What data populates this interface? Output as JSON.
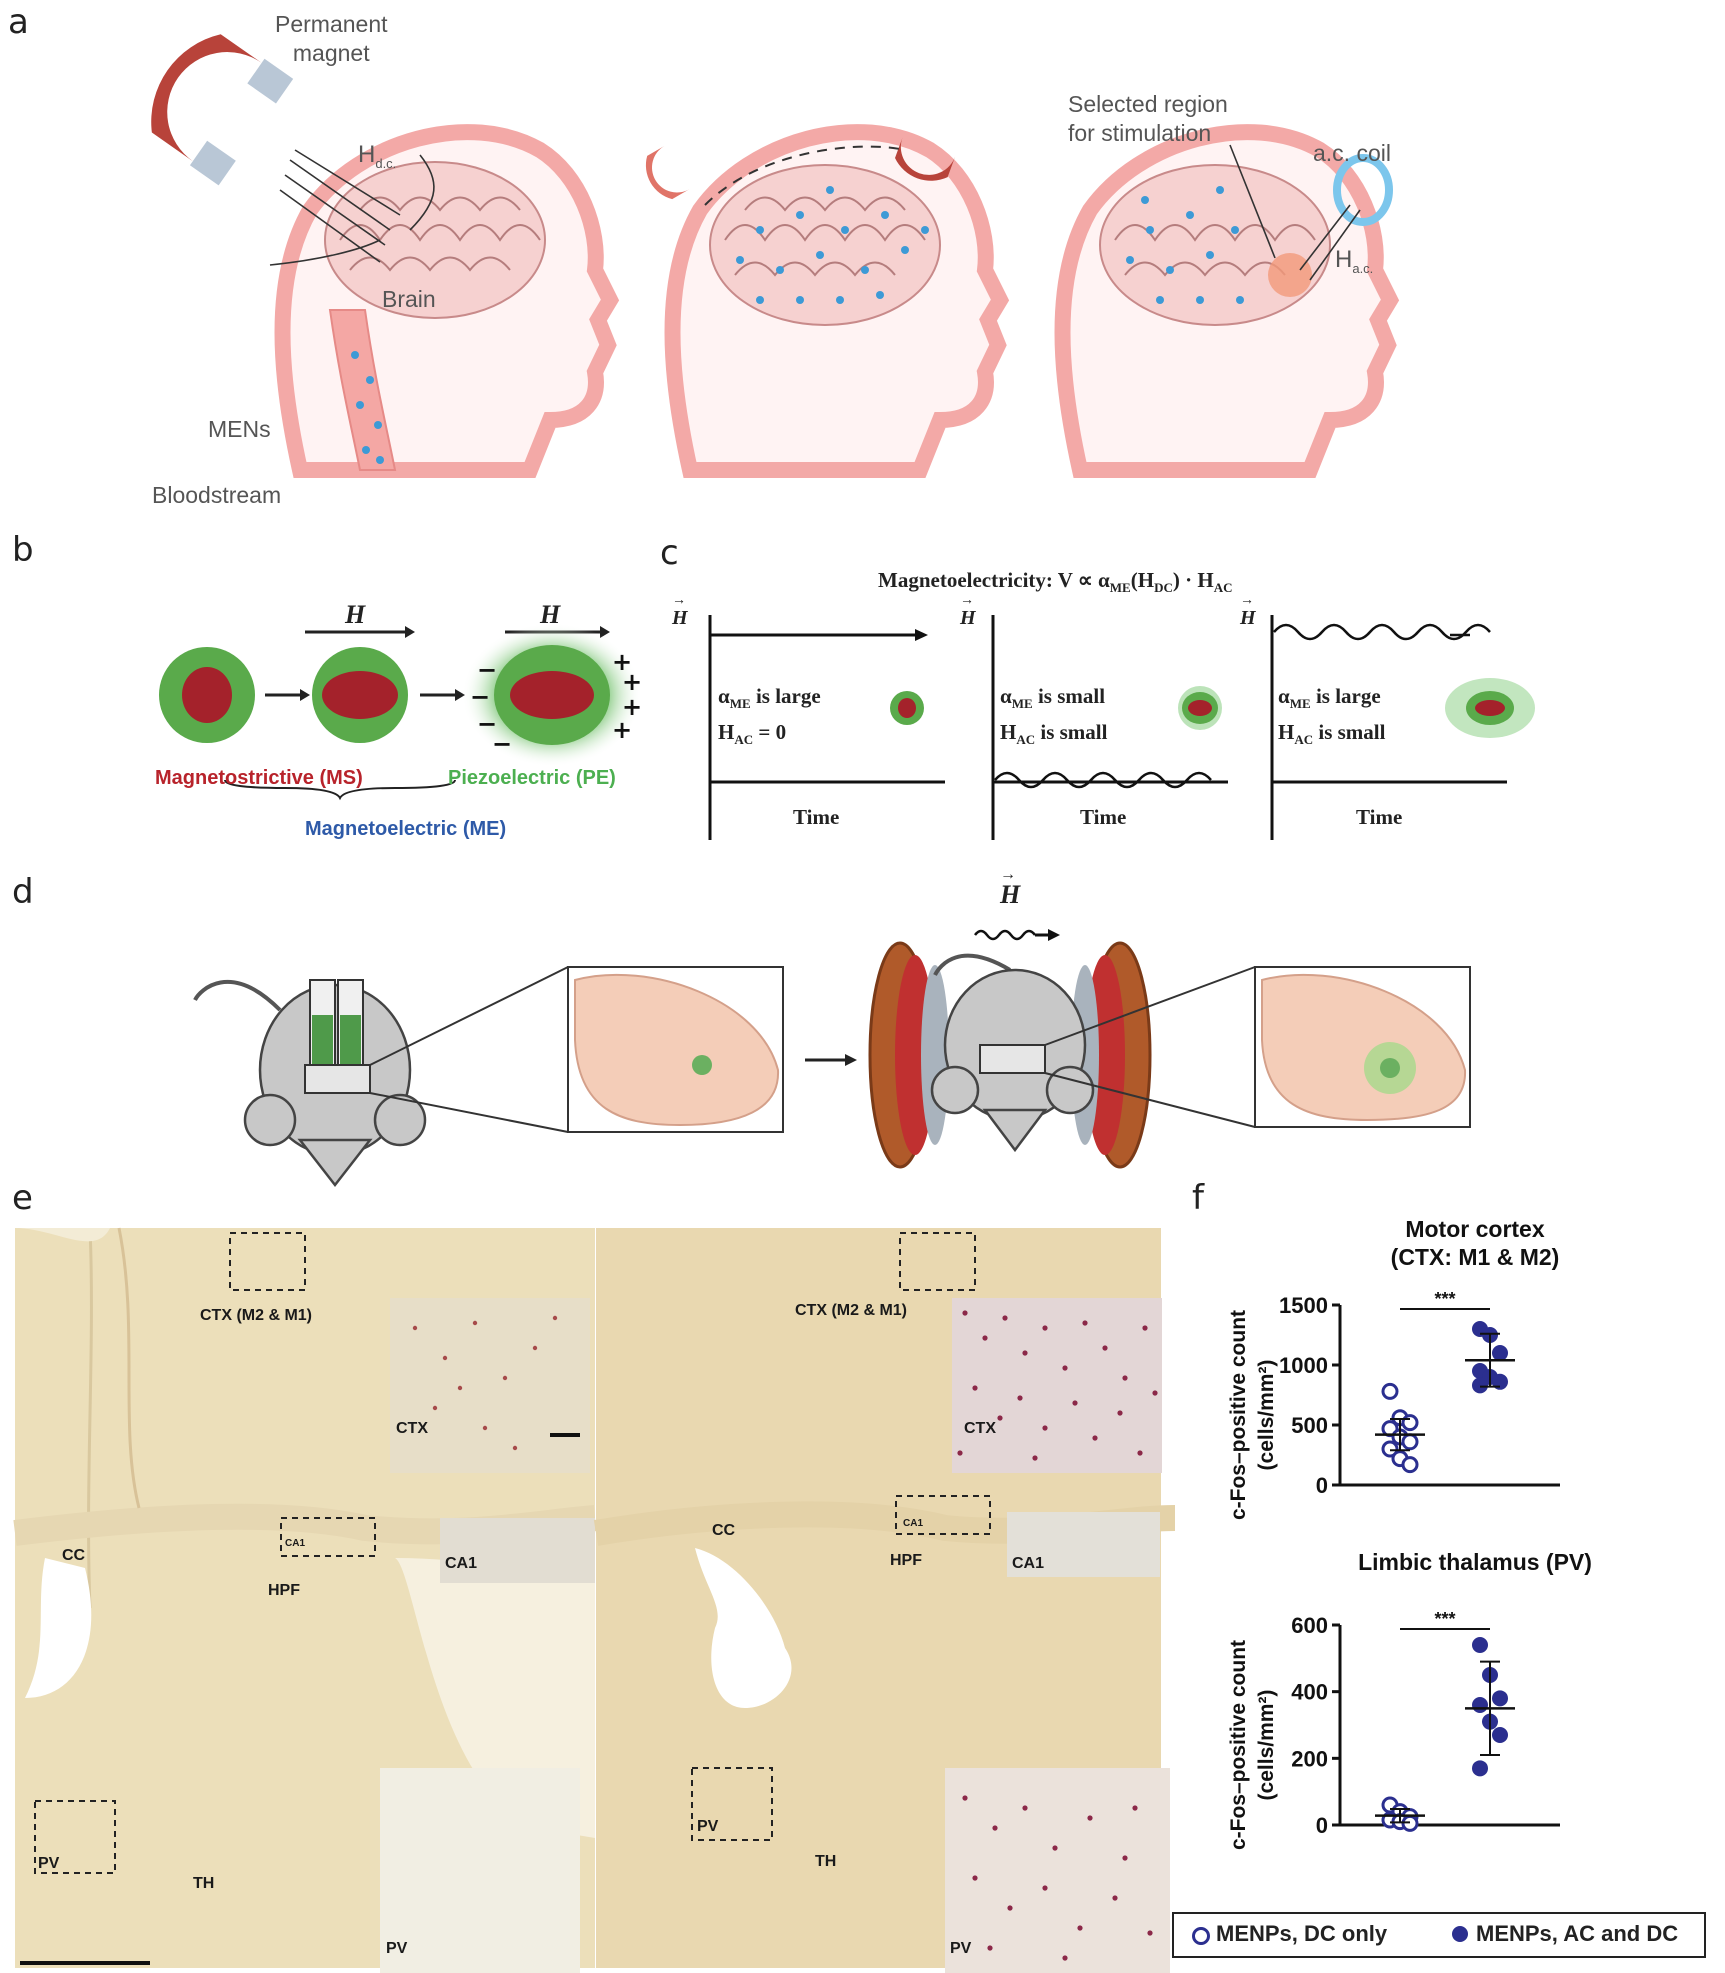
{
  "panels": {
    "a": {
      "label": "a",
      "permanent_magnet": "Permanent\nmagnet",
      "h_dc": "H",
      "h_dc_sub": "d.c.",
      "brain": "Brain",
      "mens": "MENs",
      "bloodstream": "Bloodstream",
      "selected_region": "Selected region\nfor stimulation",
      "ac_coil": "a.c. coil",
      "h_ac": "H",
      "h_ac_sub": "a.c."
    },
    "b": {
      "label": "b",
      "h1": "H",
      "h2": "H",
      "ms": "Magnetostrictive (MS)",
      "pe": "Piezoelectric (PE)",
      "me": "Magnetoelectric (ME)",
      "colors": {
        "ms": "#b8232b",
        "pe": "#4caf50",
        "me": "#2e5aa8"
      }
    },
    "c": {
      "label": "c",
      "title": "Magnetoelectricity: V ∝ α",
      "title_tail": "(H",
      "title_end": ") · H",
      "h_axis": "H",
      "time_label": "Time",
      "sub_panels": [
        {
          "line1": "α",
          "line1_sub": "ME",
          "line1_tail": " is large",
          "line2": "H",
          "line2_sub": "AC",
          "line2_tail": " = 0"
        },
        {
          "line1": "α",
          "line1_sub": "ME",
          "line1_tail": " is small",
          "line2": "H",
          "line2_sub": "AC",
          "line2_tail": " is small"
        },
        {
          "line1": "α",
          "line1_sub": "ME",
          "line1_tail": " is large",
          "line2": "H",
          "line2_sub": "AC",
          "line2_tail": " is small"
        }
      ]
    },
    "d": {
      "label": "d",
      "h_field": "H"
    },
    "e": {
      "label": "e",
      "left": {
        "ctx": "CTX (M2 & M1)",
        "ctx_inset": "CTX",
        "ca1_box": "CA1",
        "ca1_inset": "CA1",
        "cc": "CC",
        "hpf": "HPF",
        "pv_box": "PV",
        "th": "TH",
        "pv_inset": "PV"
      },
      "right": {
        "ctx": "CTX (M2 & M1)",
        "ctx_inset": "CTX",
        "ca1_box": "CA1",
        "ca1_inset": "CA1",
        "cc": "CC",
        "hpf": "HPF",
        "pv_box": "PV",
        "th": "TH",
        "pv_inset": "PV"
      }
    },
    "f": {
      "label": "f",
      "legend": [
        {
          "label": "MENPs, DC only",
          "style": "open",
          "color": "#2b2f8f"
        },
        {
          "label": "MENPs, AC and DC",
          "style": "filled",
          "color": "#2b2f8f"
        }
      ]
    }
  },
  "chart_data": [
    {
      "type": "scatter",
      "title": "Motor cortex\n(CTX: M1 & M2)",
      "ylabel": "c-Fos–positive count\n(cells/mm²)",
      "ylim": [
        0,
        1500
      ],
      "yticks": [
        0,
        500,
        1000,
        1500
      ],
      "significance": "***",
      "series": [
        {
          "name": "MENPs, DC only",
          "values": [
            780,
            560,
            520,
            470,
            400,
            360,
            300,
            220,
            170
          ],
          "mean": 420,
          "sd": 130
        },
        {
          "name": "MENPs, AC and DC",
          "values": [
            1300,
            1250,
            1100,
            950,
            900,
            860,
            830
          ],
          "mean": 1040,
          "sd": 220
        }
      ]
    },
    {
      "type": "scatter",
      "title": "Limbic thalamus (PV)",
      "ylabel": "c-Fos–positive count\n(cells/mm²)",
      "ylim": [
        0,
        600
      ],
      "yticks": [
        0,
        200,
        400,
        600
      ],
      "significance": "***",
      "series": [
        {
          "name": "MENPs, DC only",
          "values": [
            60,
            40,
            25,
            15,
            10,
            5
          ],
          "mean": 28,
          "sd": 20
        },
        {
          "name": "MENPs, AC and DC",
          "values": [
            540,
            450,
            380,
            360,
            310,
            270,
            170
          ],
          "mean": 350,
          "sd": 140
        }
      ]
    }
  ]
}
